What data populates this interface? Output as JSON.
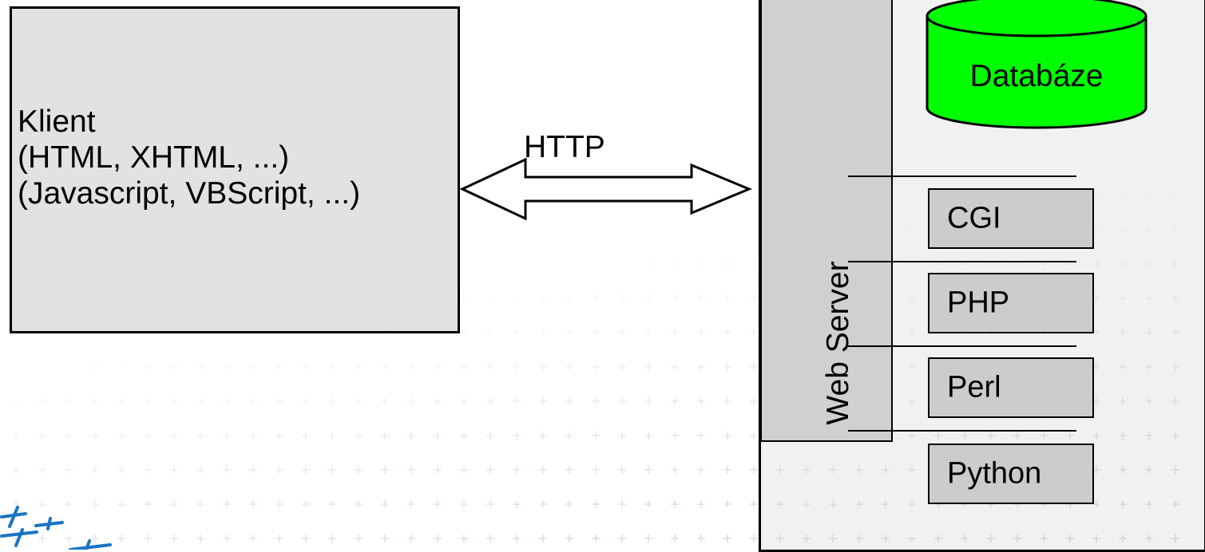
{
  "client": {
    "lines": [
      "Klient",
      "(HTML, XHTML, ...)",
      "(Javascript, VBScript, ...)"
    ],
    "fill": "#dddddd"
  },
  "protocol": {
    "label": "HTTP"
  },
  "server": {
    "label": "Web Server",
    "database": {
      "label": "Databáze",
      "color": "#00ff00"
    },
    "modules": [
      {
        "label": "CGI"
      },
      {
        "label": "PHP"
      },
      {
        "label": "Perl"
      },
      {
        "label": "Python"
      }
    ]
  },
  "colors": {
    "panel_gray": "#c8c8c8",
    "pattern_blue": "#8fa9c7",
    "logo_blue": "#1a74c2"
  }
}
